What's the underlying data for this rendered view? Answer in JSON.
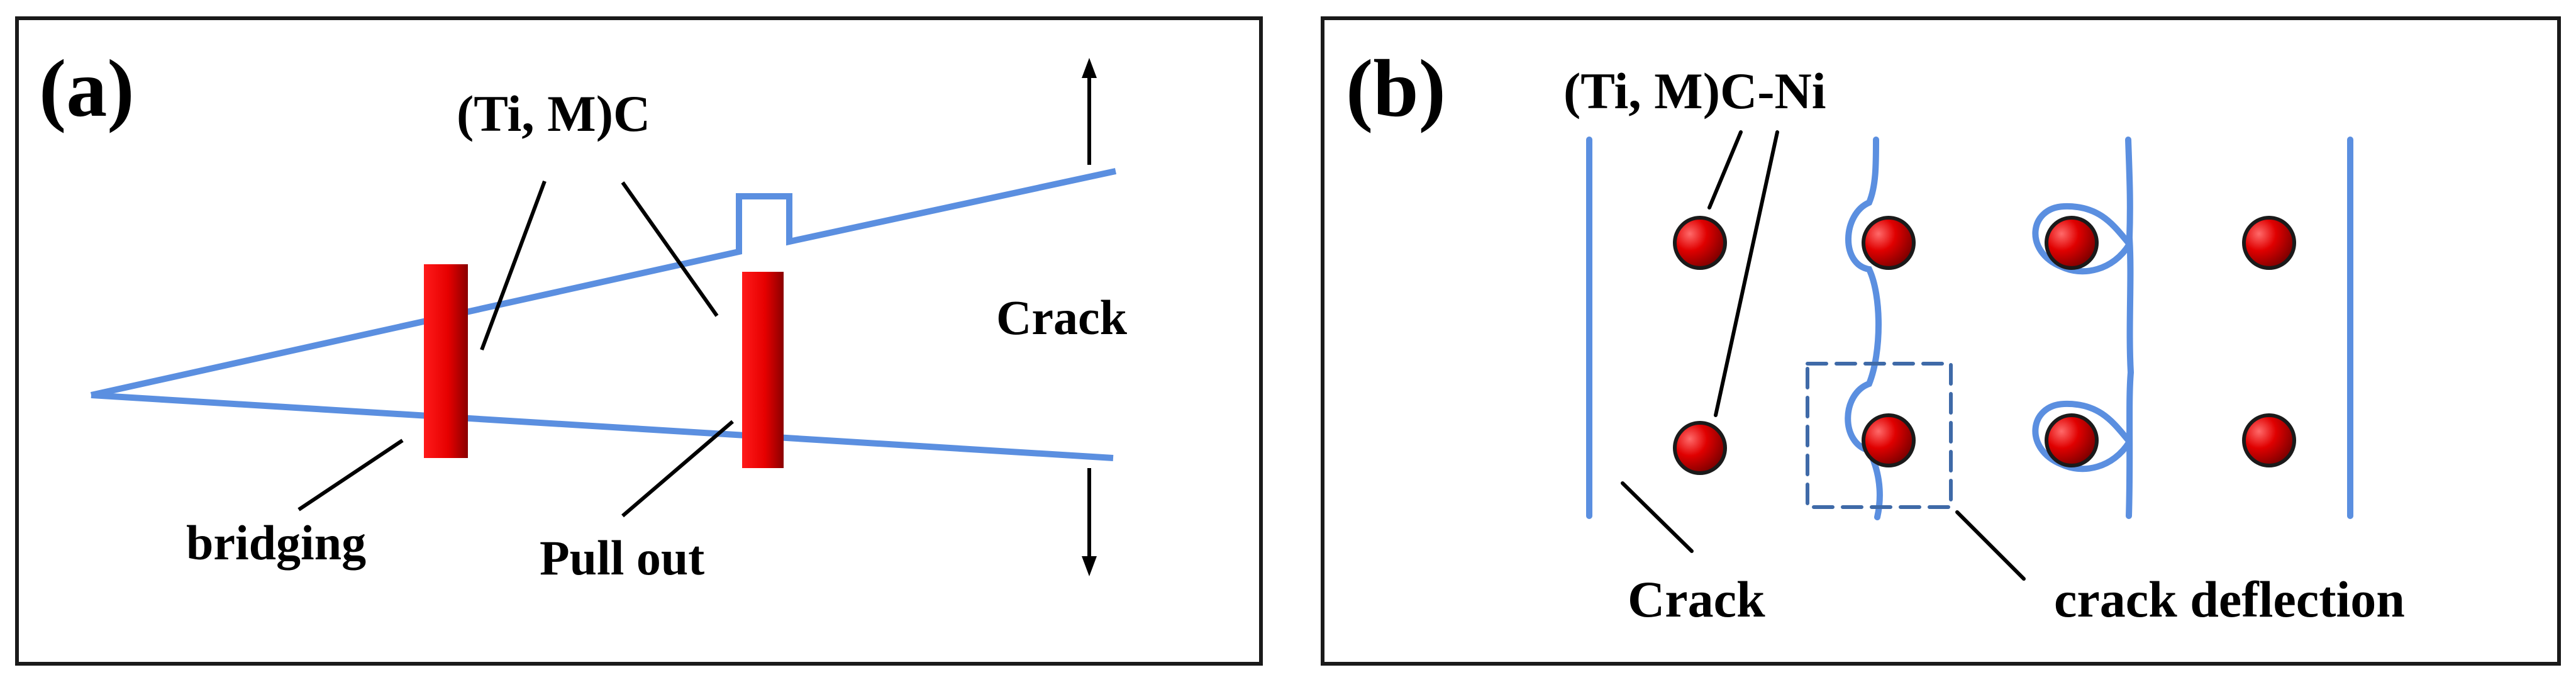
{
  "panel_a": {
    "label": "(a)",
    "particle_label": "(Ti, M)C",
    "crack_label": "Crack",
    "bridging_label": "bridging",
    "pullout_label": "Pull out"
  },
  "panel_b": {
    "label": "(b)",
    "particle_label": "(Ti, M)C-Ni",
    "crack_label": "Crack",
    "deflection_label": "crack deflection"
  },
  "colors": {
    "crack_line": "#5b8fe0",
    "particle": "#e01010",
    "border": "#1a1a1a"
  }
}
